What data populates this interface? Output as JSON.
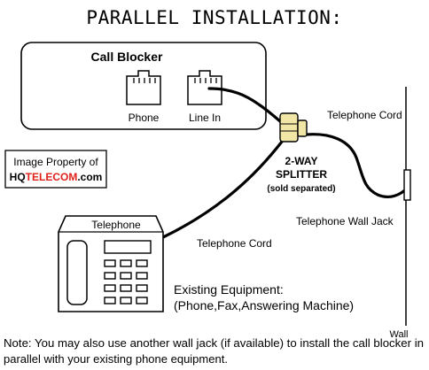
{
  "title": "PARALLEL INSTALLATION:",
  "call_blocker": {
    "label": "Call Blocker",
    "port_phone": "Phone",
    "port_line_in": "Line In"
  },
  "watermark": {
    "line1": "Image Property of",
    "brand_prefix": "HQ",
    "brand_red": "TELECOM",
    "brand_suffix": ".com"
  },
  "splitter": {
    "line1": "2-WAY",
    "line2": "SPLITTER",
    "line3": "(sold separated)",
    "color": "#f2e6a6"
  },
  "cord_top_label": "Telephone Cord",
  "cord_bottom_label": "Telephone Cord",
  "wall_jack_label": "Telephone Wall Jack",
  "wall_label": "Wall",
  "telephone_label": "Telephone",
  "existing": {
    "line1": "Existing Equipment:",
    "line2": "(Phone,Fax,Answering Machine)"
  },
  "note": {
    "line1": "Note: You may also use another wall jack (if available) to install the call blocker in",
    "line2": "parallel with your existing phone equipment."
  },
  "colors": {
    "brand_red": "#e0201a"
  }
}
